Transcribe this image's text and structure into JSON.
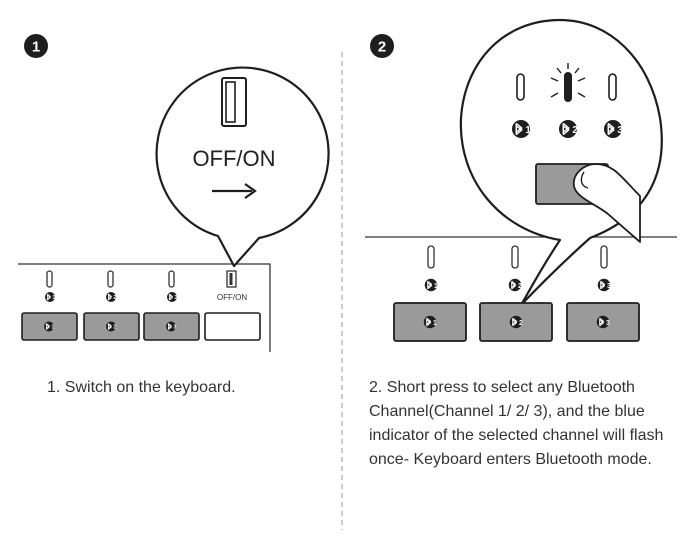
{
  "steps": [
    {
      "number": "1",
      "switch_label": "OFF/ON",
      "small_switch_label": "OFF/ON",
      "channels": [
        "1",
        "2",
        "3"
      ],
      "caption": "1. Switch on the keyboard."
    },
    {
      "number": "2",
      "channels": [
        "1",
        "2",
        "3"
      ],
      "caption": "2. Short press to select any Bluetooth Channel(Channel 1/ 2/ 3), and the blue indicator of the selected channel will flash once- Keyboard enters Bluetooth mode."
    }
  ],
  "icons": {
    "bluetooth": "bluetooth-icon",
    "arrow": "right-arrow-icon",
    "toggle": "toggle-switch-icon",
    "finger": "finger-press-icon"
  }
}
